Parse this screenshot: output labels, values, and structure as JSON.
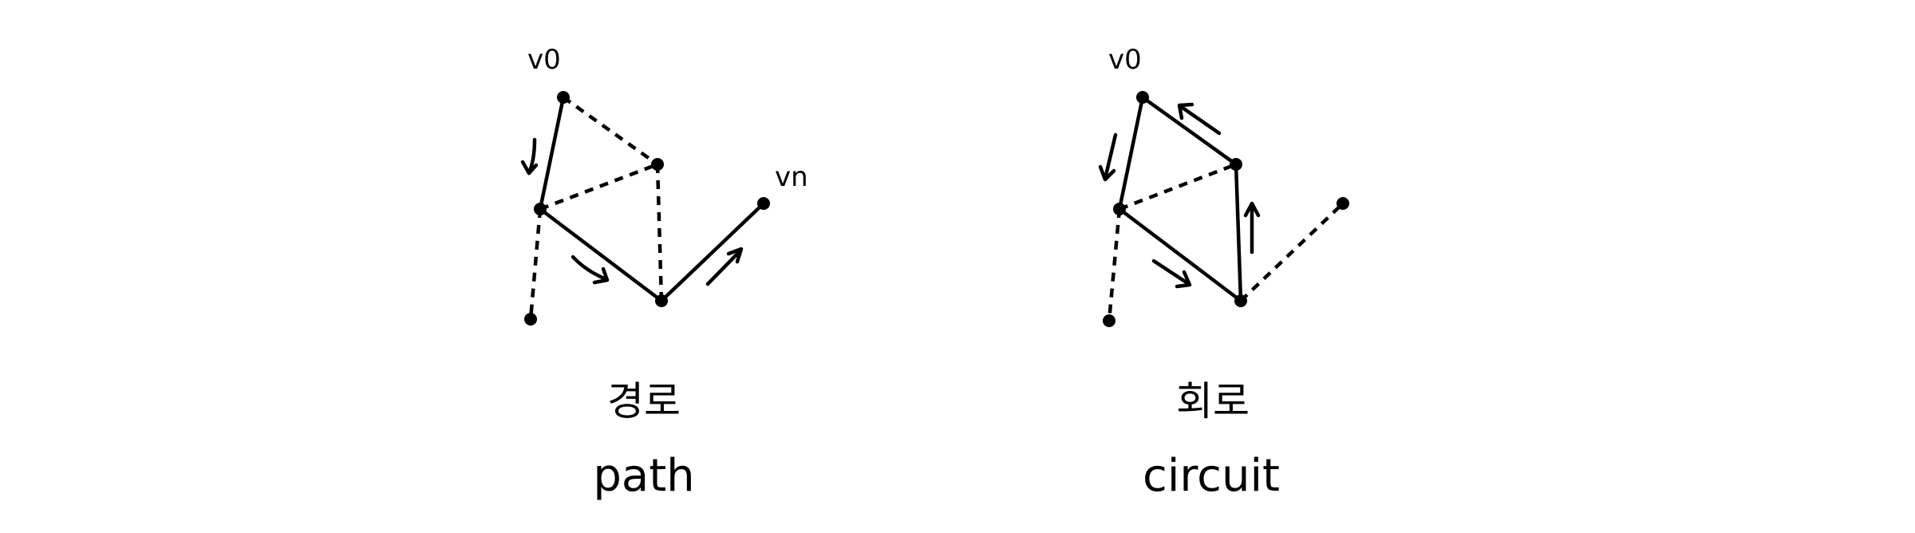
{
  "colors": {
    "background": "#ffffff",
    "ink": "#000000"
  },
  "diagrams": [
    {
      "id": "path",
      "caption_ko": "경로",
      "caption_en": "path",
      "labels": {
        "start": "v0",
        "end": "vn"
      }
    },
    {
      "id": "circuit",
      "caption_ko": "회로",
      "caption_en": "circuit",
      "labels": {
        "start": "v0"
      }
    }
  ]
}
